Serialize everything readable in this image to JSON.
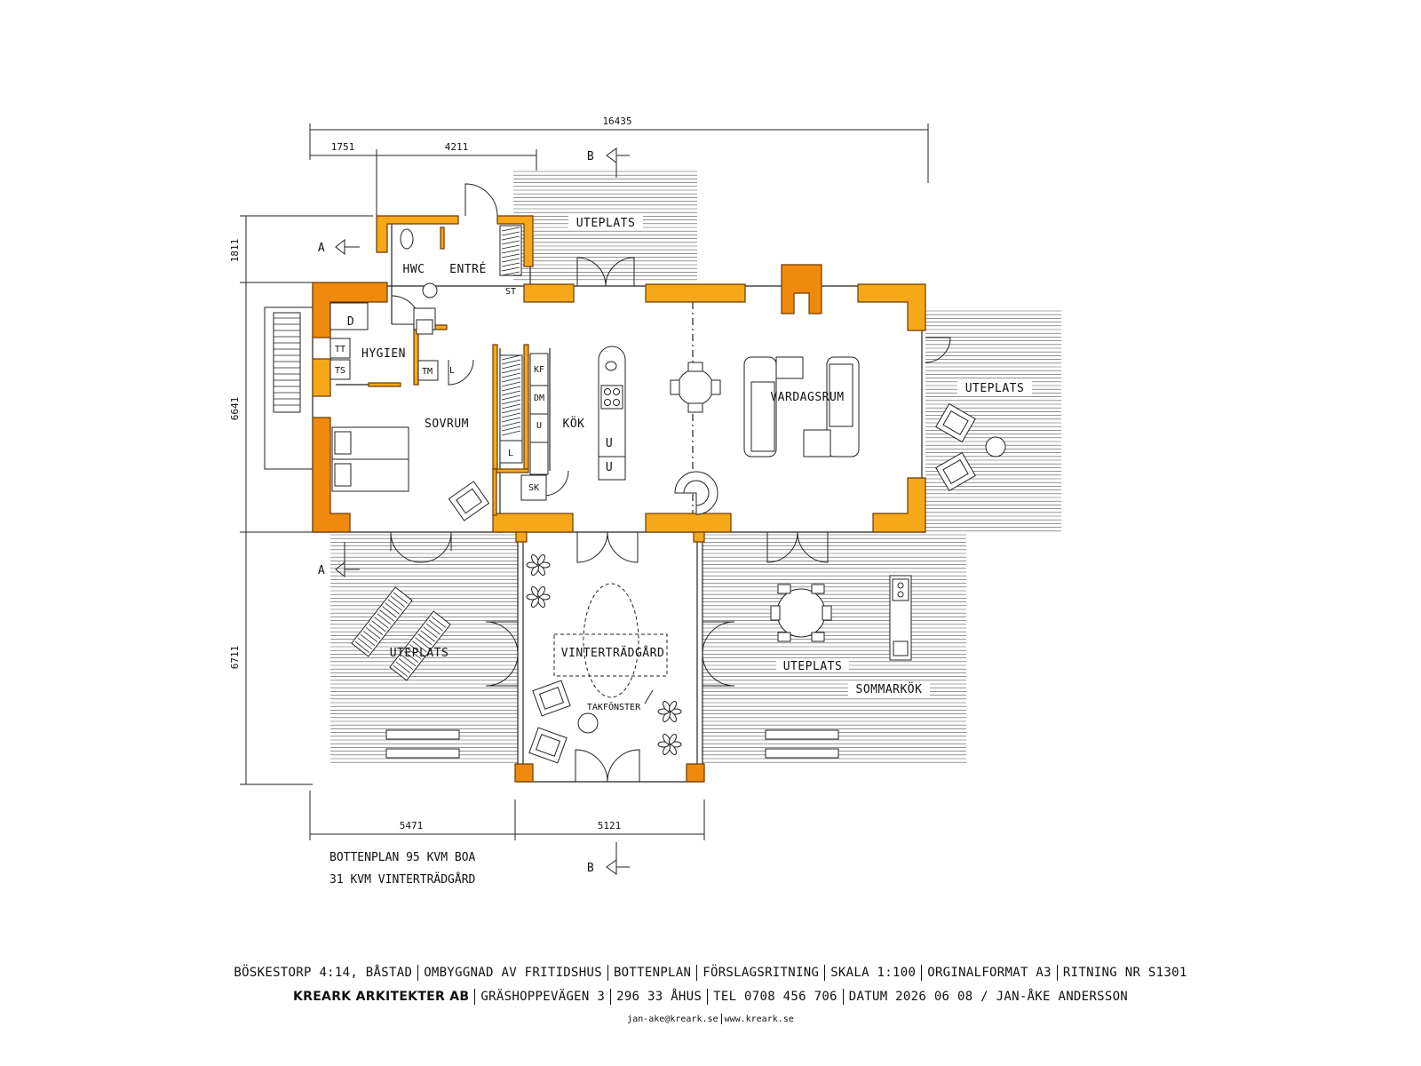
{
  "dimensions": {
    "total_width": "16435",
    "seg_1": "1751",
    "seg_2": "4211",
    "left_1": "1811",
    "left_2": "6641",
    "left_3": "6711",
    "bottom_1": "5471",
    "bottom_2": "5121"
  },
  "section_markers": {
    "a": "A",
    "b": "B"
  },
  "rooms": {
    "uteplats_top": "UTEPLATS",
    "hwc": "HWC",
    "entre": "ENTRÉ",
    "st": "ST",
    "d": "D",
    "tt": "TT",
    "ts": "TS",
    "hygien": "HYGIEN",
    "tm": "TM",
    "l_bath": "L",
    "kf": "KF",
    "dm": "DM",
    "u_small": "U",
    "l_kitchen": "L",
    "sk": "SK",
    "kok": "KÖK",
    "sovrum": "SOVRUM",
    "vardagsrum": "VARDAGSRUM",
    "uteplats_right": "UTEPLATS",
    "island_u1": "U",
    "island_u2": "U",
    "uteplats_bottom_left": "UTEPLATS",
    "vintertradgard": "VINTERTRÄDGÅRD",
    "takfonster": "TAKFÖNSTER",
    "uteplats_bottom_right": "UTEPLATS",
    "sommarkok": "SOMMARKÖK"
  },
  "notes": {
    "line1": "BOTTENPLAN 95 KVM BOA",
    "line2": "31 KVM VINTERTRÄDGÅRD"
  },
  "footer": {
    "line1": [
      "BÖSKESTORP 4:14, BÅSTAD",
      "OMBYGGNAD AV FRITIDSHUS",
      "BOTTENPLAN",
      "FÖRSLAGSRITNING",
      "SKALA 1:100",
      "ORGINALFORMAT A3",
      "RITNING NR S1301"
    ],
    "company": "KREARK ARKITEKTER AB",
    "address": "GRÄSHOPPEVÄGEN 3",
    "postal": "296 33 ÅHUS",
    "phone": "TEL 0708 456 706",
    "date": "DATUM 2026 06 08 / JAN-ÅKE ANDERSSON",
    "email": "jan-ake@kreark.se",
    "web": "www.kreark.se"
  },
  "colors": {
    "wall_main": "#f7a818",
    "wall_accent": "#f08a0c",
    "line": "#222222"
  }
}
